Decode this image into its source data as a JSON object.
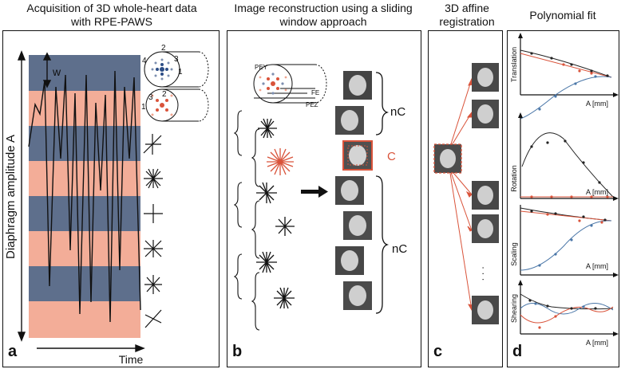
{
  "titles": {
    "a": "Acquisition of 3D whole-heart data with RPE-PAWS",
    "b": "Image reconstruction using a sliding window approach",
    "c": "3D affine registration",
    "d": "Polynomial fit"
  },
  "panel_labels": {
    "a": "a",
    "b": "b",
    "c": "c",
    "d": "d"
  },
  "panel_a": {
    "y_axis_label": "Diaphragm amplitude A",
    "x_axis_label": "Time",
    "window_label": "w",
    "spoke_numbers": [
      "1",
      "2",
      "3",
      "4"
    ],
    "band_colors": [
      "#5e6f8c",
      "#f3ad98"
    ]
  },
  "panel_b": {
    "axis_pey": "PEY",
    "axis_pez": "PEZ",
    "axis_fe": "FE",
    "label_nc_top": "nC",
    "label_c": "C",
    "label_nc_bottom": "nC",
    "accent_color": "#d9533a"
  },
  "panel_c": {
    "ellipsis": "· · ·"
  },
  "panel_d": {
    "subplots": [
      {
        "ylabel": "Translation",
        "xlabel": "A [mm]"
      },
      {
        "ylabel": "Rotation",
        "xlabel": "A [mm]"
      },
      {
        "ylabel": "Scaling",
        "xlabel": "A [mm]"
      },
      {
        "ylabel": "Shearing",
        "xlabel": "A [mm]"
      }
    ],
    "series_colors": {
      "dark": "#222222",
      "red": "#d9533a",
      "blue": "#4b77a8"
    }
  }
}
